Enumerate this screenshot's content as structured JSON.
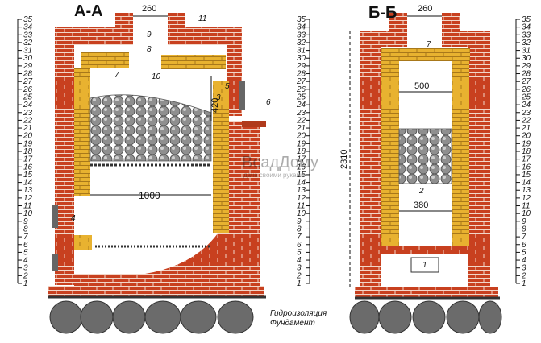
{
  "sections": [
    {
      "id": "a",
      "title": "А-А"
    },
    {
      "id": "b",
      "title": "Б-Б"
    }
  ],
  "dimensions": {
    "a_top_gap": "260",
    "a_width": "1000",
    "a_height": "420",
    "b_top_gap": "260",
    "b_inner_width": "500",
    "b_lower_width": "380",
    "b_total_height": "2310"
  },
  "callouts_a": [
    "11",
    "9",
    "8",
    "10",
    "7",
    "5",
    "3",
    "6",
    "4"
  ],
  "callouts_b": [
    "7",
    "2",
    "1"
  ],
  "foundation_labels": {
    "waterproofing": "Гидроизоляция",
    "foundation": "Фундамент"
  },
  "watermark": {
    "brand": "ВсадДому",
    "tagline": "дача своими руками"
  },
  "scales": {
    "left_a": [
      "1",
      "2",
      "3",
      "4",
      "5",
      "6",
      "7",
      "8",
      "9",
      "10",
      "11",
      "12",
      "13",
      "14",
      "15",
      "16",
      "17",
      "18",
      "19",
      "20",
      "21",
      "22",
      "23",
      "24",
      "25",
      "26",
      "27",
      "28",
      "29",
      "30",
      "31",
      "32",
      "33",
      "34",
      "35"
    ],
    "mid": [
      "1",
      "2",
      "3",
      "4",
      "5",
      "6",
      "7",
      "8",
      "9",
      "10",
      "11",
      "12",
      "13",
      "14",
      "15",
      "16",
      "17",
      "18",
      "19",
      "20",
      "21",
      "22",
      "23",
      "24",
      "25",
      "26",
      "27",
      "28",
      "29",
      "30",
      "31",
      "32",
      "33",
      "34",
      "35"
    ]
  },
  "colors": {
    "brick": "#c8401f",
    "fire_brick": "#e8b230",
    "stone": "#9a9a9a",
    "foundation_stone": "#6b6b6b"
  }
}
